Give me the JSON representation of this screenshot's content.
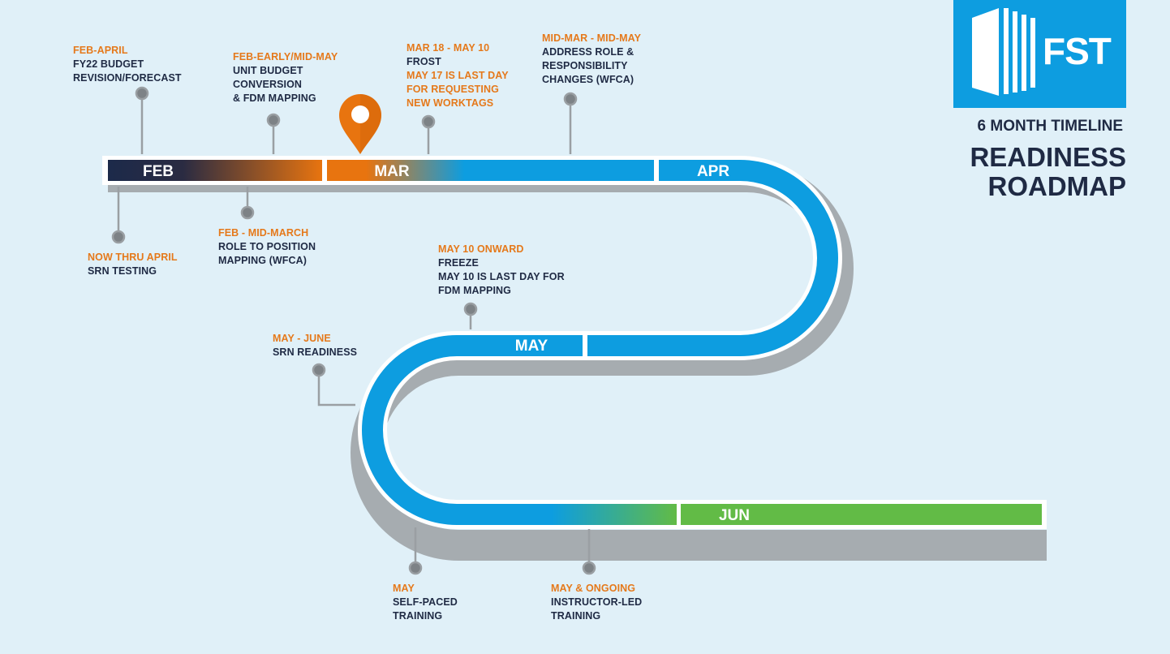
{
  "header": {
    "logo_text": "FST",
    "subtitle": "6 MONTH TIMELINE",
    "title_line1": "READINESS",
    "title_line2": "ROADMAP"
  },
  "months": {
    "feb": "FEB",
    "mar": "MAR",
    "apr": "APR",
    "may": "MAY",
    "jun": "JUN"
  },
  "events": {
    "feb_april": {
      "label": "FEB-APRIL",
      "lines": [
        "FY22 BUDGET",
        "REVISION/FORECAST"
      ]
    },
    "now_thru_april": {
      "label": "NOW THRU APRIL",
      "lines": [
        "SRN TESTING"
      ]
    },
    "feb_early_mid_may": {
      "label": "FEB-EARLY/MID-MAY",
      "lines": [
        "UNIT BUDGET",
        "CONVERSION",
        "& FDM MAPPING"
      ]
    },
    "feb_mid_march": {
      "label": "FEB - MID-MARCH",
      "lines": [
        "ROLE TO POSITION",
        "MAPPING (WFCA)"
      ]
    },
    "mar18_may10": {
      "label": "MAR 18 - MAY 10",
      "line1": "FROST",
      "orange_lines": [
        "MAY 17 IS LAST DAY",
        "FOR REQUESTING",
        "NEW WORKTAGS"
      ]
    },
    "mid_mar_mid_may": {
      "label": "MID-MAR - MID-MAY",
      "lines": [
        "ADDRESS ROLE &",
        "RESPONSIBILITY",
        "CHANGES (WFCA)"
      ]
    },
    "may10_onward": {
      "label": "MAY 10 ONWARD",
      "lines": [
        "FREEZE",
        "MAY 10 IS LAST DAY FOR",
        "FDM MAPPING"
      ]
    },
    "may_june": {
      "label": "MAY - JUNE",
      "lines": [
        "SRN READINESS"
      ]
    },
    "may_selfpaced": {
      "label": "MAY",
      "lines": [
        "SELF-PACED",
        "TRAINING"
      ]
    },
    "may_ongoing": {
      "label": "MAY & ONGOING",
      "lines": [
        "INSTRUCTOR-LED",
        "TRAINING"
      ]
    }
  },
  "colors": {
    "background": "#e0f0f8",
    "road_blue": "#0d9de0",
    "road_navy": "#1c2a4a",
    "road_orange": "#e8740f",
    "road_green": "#62bb46",
    "label_orange": "#e5791b",
    "text_dark": "#1f2a44",
    "connector_gray": "#9a9fa3",
    "pin_orange": "#e8740f"
  }
}
